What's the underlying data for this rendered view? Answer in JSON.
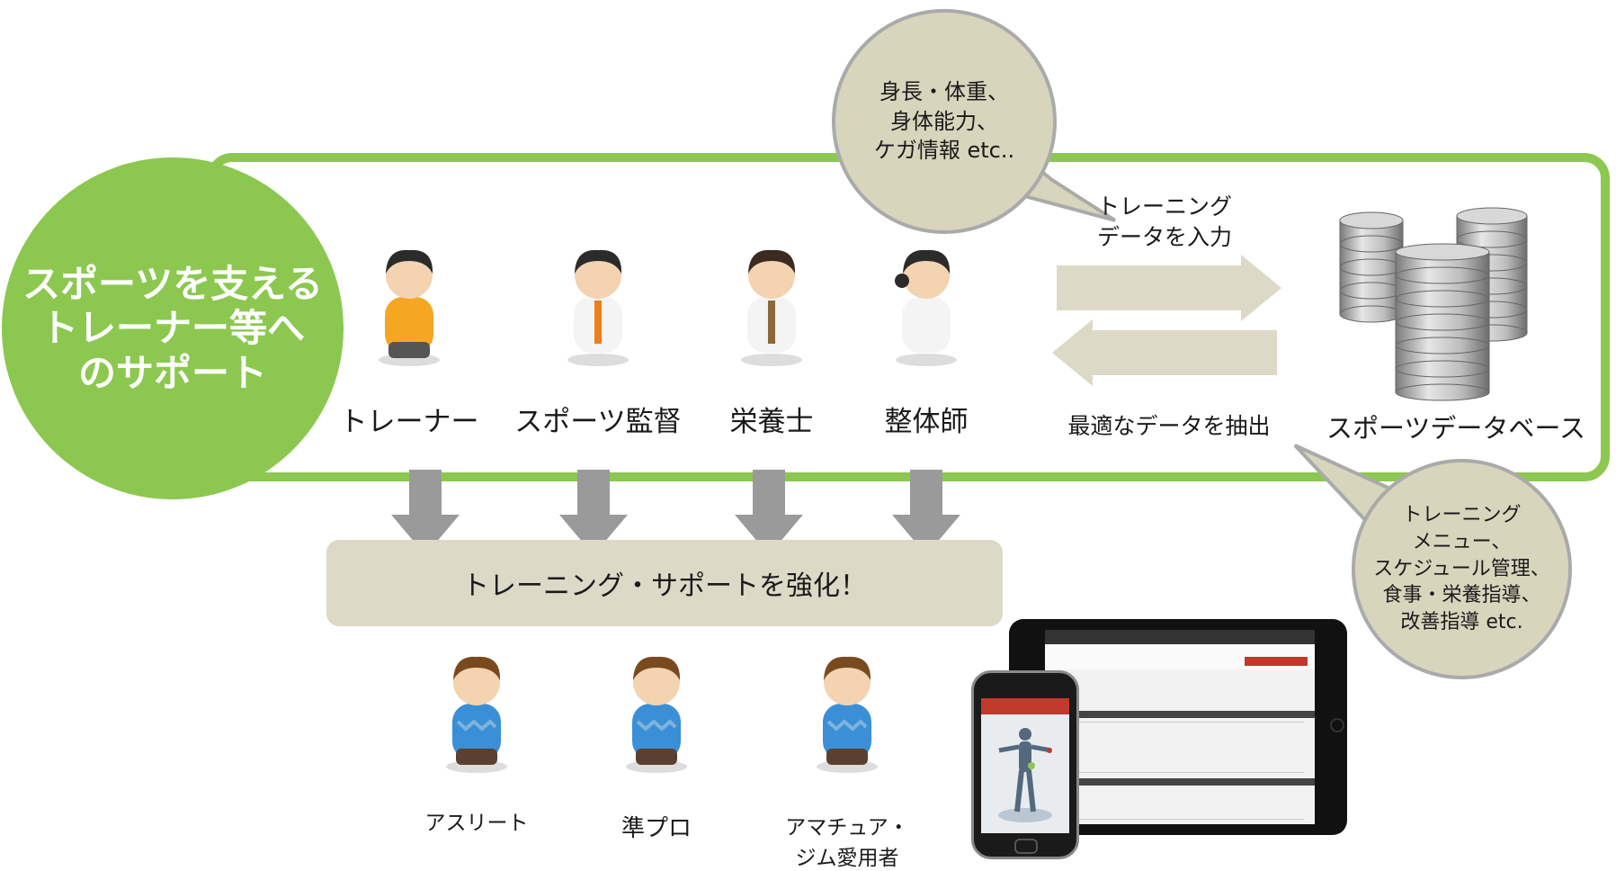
{
  "colors": {
    "green": "#8cc850",
    "beige": "#dcd9c6",
    "arrow_gray": "#9a9a9a",
    "bubble": "#d8d5bd"
  },
  "headline": "スポーツを支える\nトレーナー等へ\nのサポート",
  "bubble_top": "身長・体重、\n身体能力、\nケガ情報 etc..",
  "bubble_bottom": "トレーニング\nメニュー、\nスケジュール管理、\n食事・栄養指導、\n改善指導 etc.",
  "roles": [
    {
      "label": "トレーナー",
      "icon": "trainer-person-icon"
    },
    {
      "label": "スポーツ監督",
      "icon": "coach-person-icon"
    },
    {
      "label": "栄養士",
      "icon": "nutritionist-person-icon"
    },
    {
      "label": "整体師",
      "icon": "chiropractor-person-icon"
    }
  ],
  "flow": {
    "input_label": "トレーニング\nデータを入力",
    "extract_label": "最適なデータを抽出"
  },
  "database_label": "スポーツデータベース",
  "support_box": "トレーニング・サポートを強化！",
  "athletes": [
    {
      "label": "アスリート",
      "icon": "athlete-person-icon"
    },
    {
      "label": "準プロ",
      "icon": "semipro-person-icon"
    },
    {
      "label": "アマチュア・\nジム愛用者",
      "icon": "amateur-person-icon"
    }
  ],
  "devices": {
    "tablet_icon": "tablet-app-icon",
    "phone_icon": "smartphone-app-icon"
  }
}
